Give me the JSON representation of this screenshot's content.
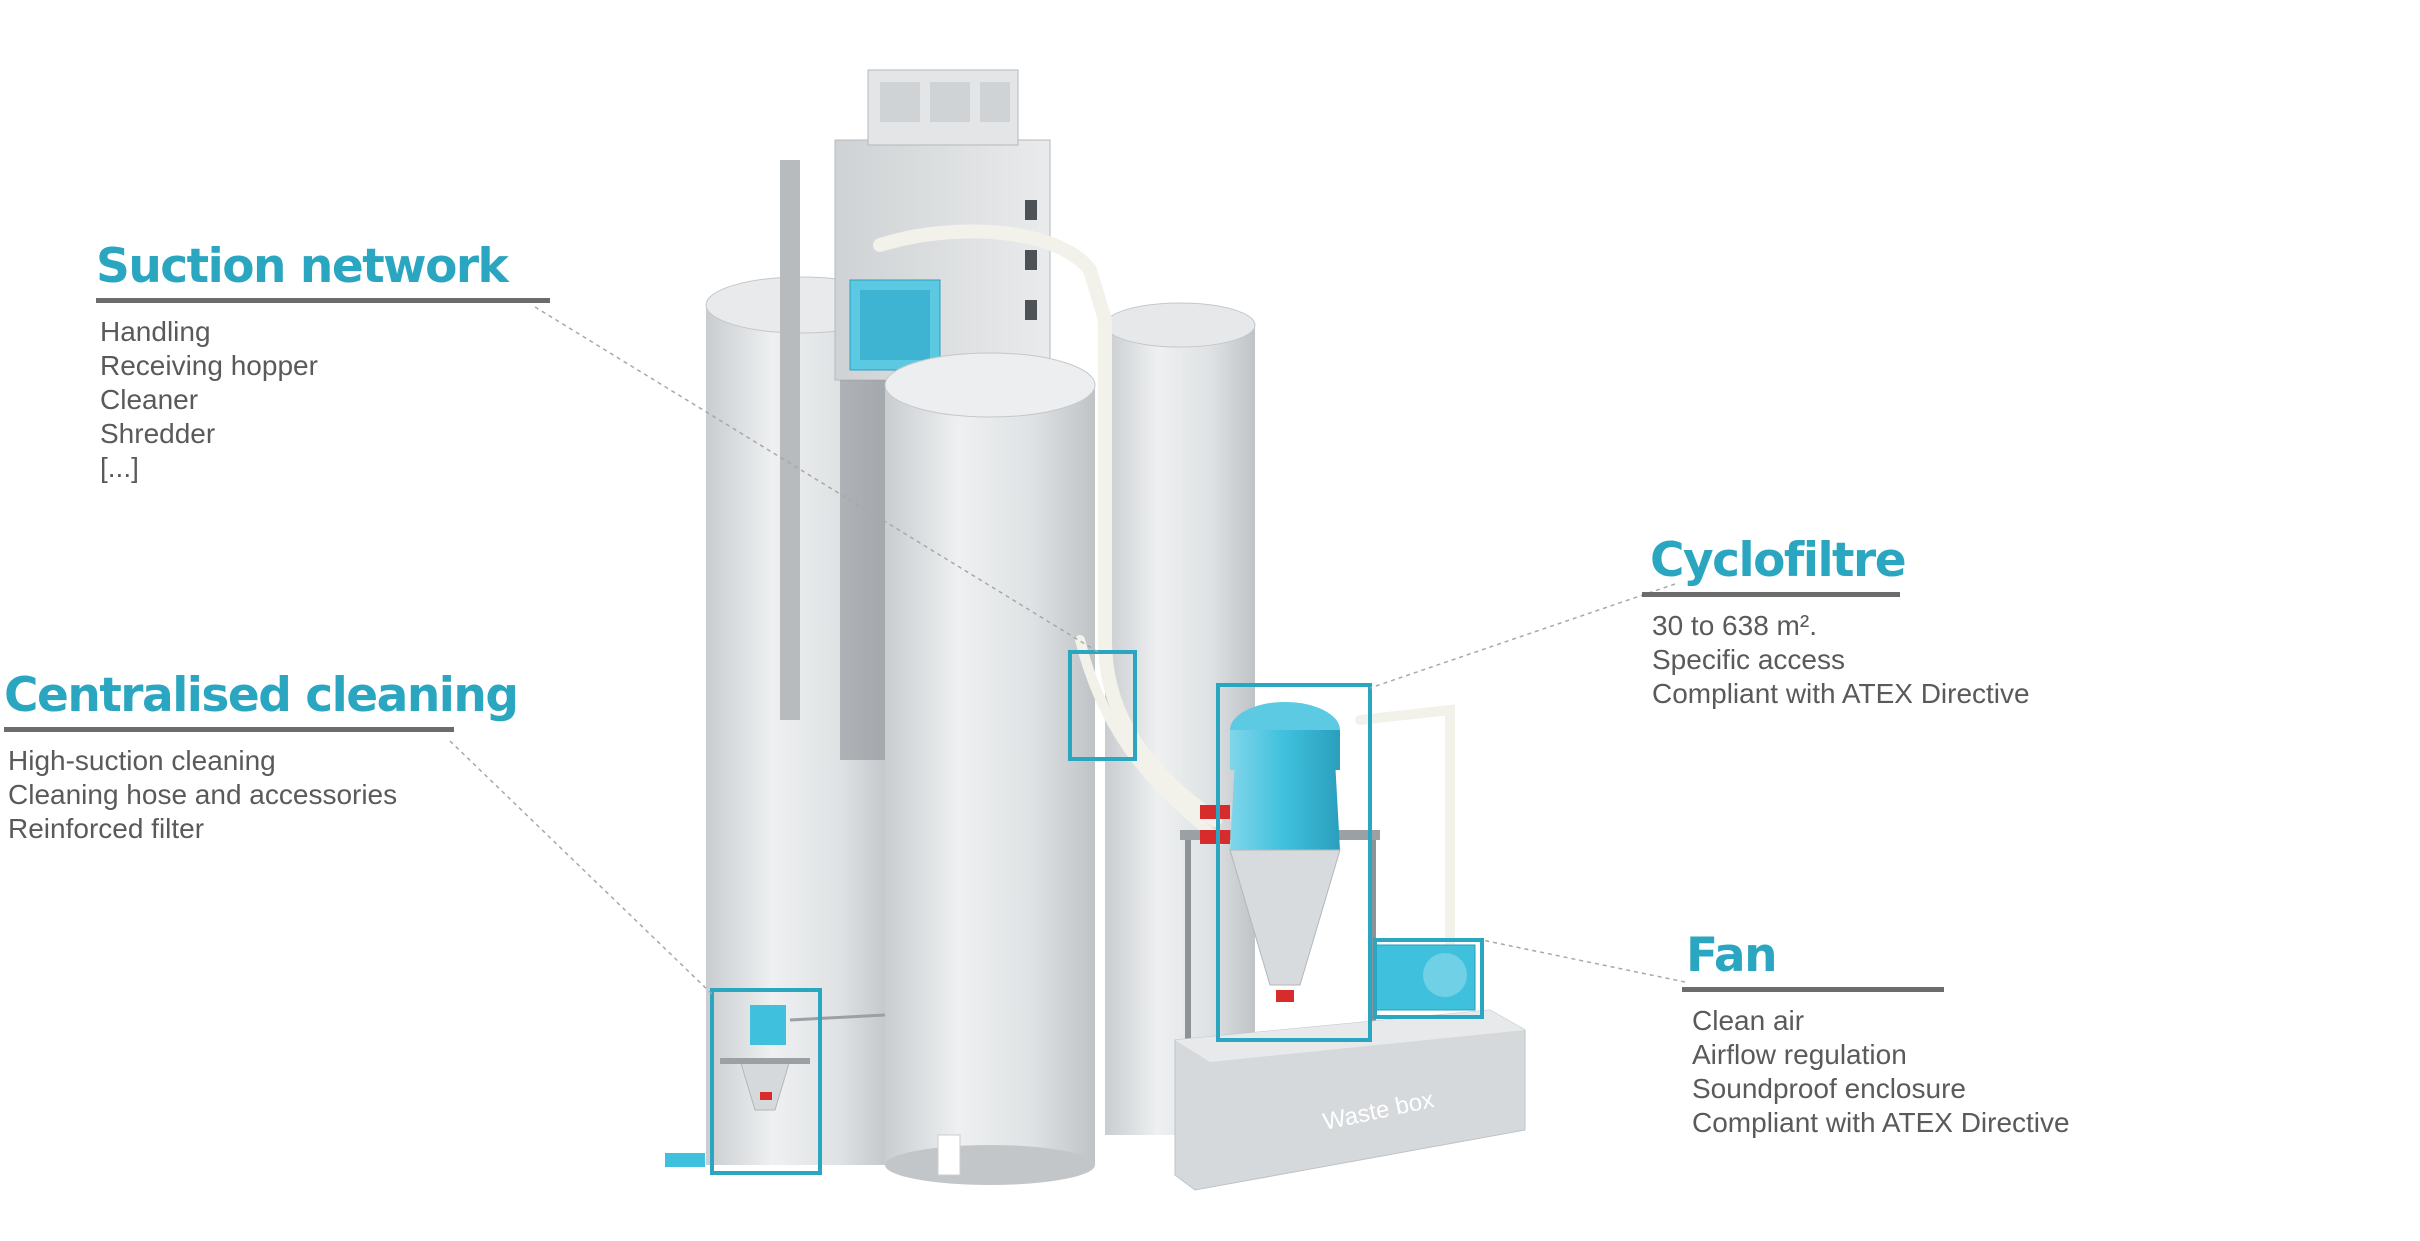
{
  "colors": {
    "accent": "#2aa6c0",
    "rule": "#6c6c6c",
    "text": "#5a5a5a",
    "silo": "#d9dcde",
    "highlight": "#3fc0dc",
    "valve": "#d82b2b"
  },
  "suction_network": {
    "title": "Suction network",
    "items": [
      "Handling",
      "Receiving hopper",
      "Cleaner",
      "Shredder",
      "[...]"
    ]
  },
  "centralised_cleaning": {
    "title": "Centralised cleaning",
    "items": [
      "High-suction cleaning",
      "Cleaning hose and accessories",
      "Reinforced filter"
    ]
  },
  "cyclofiltre": {
    "title": "Cyclofiltre",
    "items": [
      "30 to 638 m².",
      "Specific access",
      "Compliant with ATEX Directive"
    ]
  },
  "fan": {
    "title": "Fan",
    "items": [
      "Clean air",
      "Airflow regulation",
      "Soundproof enclosure",
      "Compliant with ATEX Directive"
    ]
  },
  "waste_box_label": "Waste box"
}
